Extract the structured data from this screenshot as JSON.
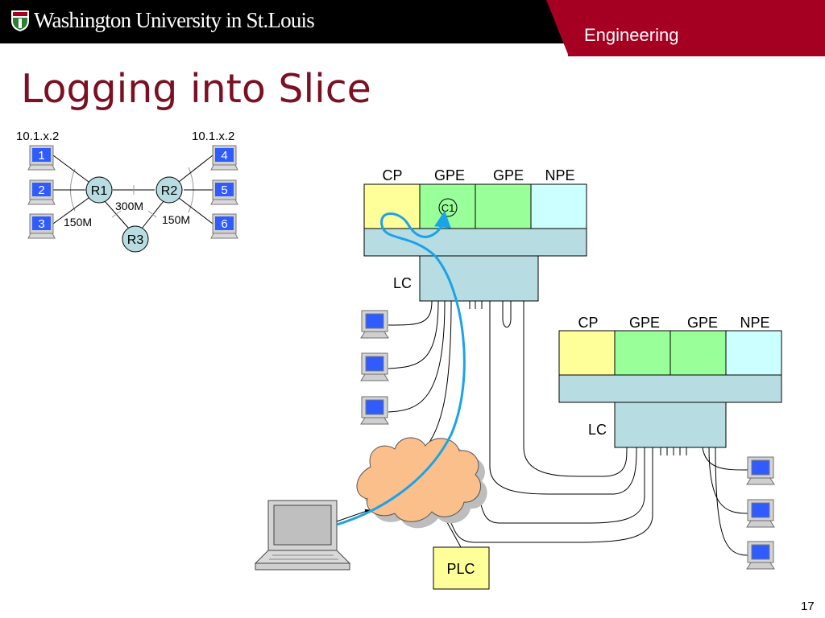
{
  "header": {
    "university": "Washington University in St.Louis",
    "department": "Engineering"
  },
  "slide": {
    "title": "Logging into Slice",
    "page_number": "17"
  },
  "topology": {
    "left_address": "10.1.x.2",
    "right_address": "10.1.x.2",
    "hosts": [
      "1",
      "2",
      "3",
      "4",
      "5",
      "6"
    ],
    "routers": [
      "R1",
      "R2",
      "R3"
    ],
    "links": {
      "r1_r2": "300M",
      "r1_r3": "150M",
      "r2_r3": "150M"
    }
  },
  "node_top": {
    "blades": [
      "CP",
      "GPE",
      "GPE",
      "NPE"
    ],
    "line_card": "LC",
    "container": "C1"
  },
  "node_bottom": {
    "blades": [
      "CP",
      "GPE",
      "GPE",
      "NPE"
    ],
    "line_card": "LC"
  },
  "plc": {
    "label": "PLC"
  },
  "colors": {
    "title": "#7a1022",
    "accent": "#a50021",
    "cp": "#ffff99",
    "gpe": "#99ff99",
    "npe": "#ccffff",
    "switch": "#b7dde2",
    "router": "#b7dde2",
    "cloud": "#fbbf8c",
    "path": "#1aa3e8"
  }
}
